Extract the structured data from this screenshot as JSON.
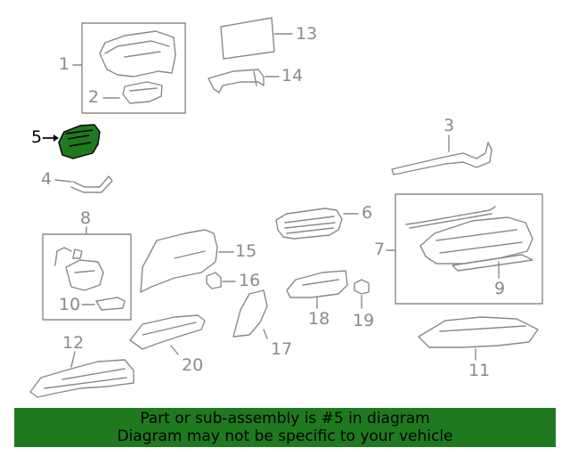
{
  "diagram": {
    "callouts": [
      "1",
      "2",
      "3",
      "4",
      "5",
      "6",
      "7",
      "8",
      "9",
      "10",
      "11",
      "12",
      "13",
      "14",
      "15",
      "16",
      "17",
      "18",
      "19",
      "20"
    ],
    "highlighted_part": "5",
    "highlight_color": "#1f7a1f",
    "outline_color": "#8a8a8a"
  },
  "banner": {
    "line1": "Part or sub-assembly is #5 in diagram",
    "line2": "Diagram may not be specific to your vehicle",
    "background": "#1f7a1f"
  }
}
